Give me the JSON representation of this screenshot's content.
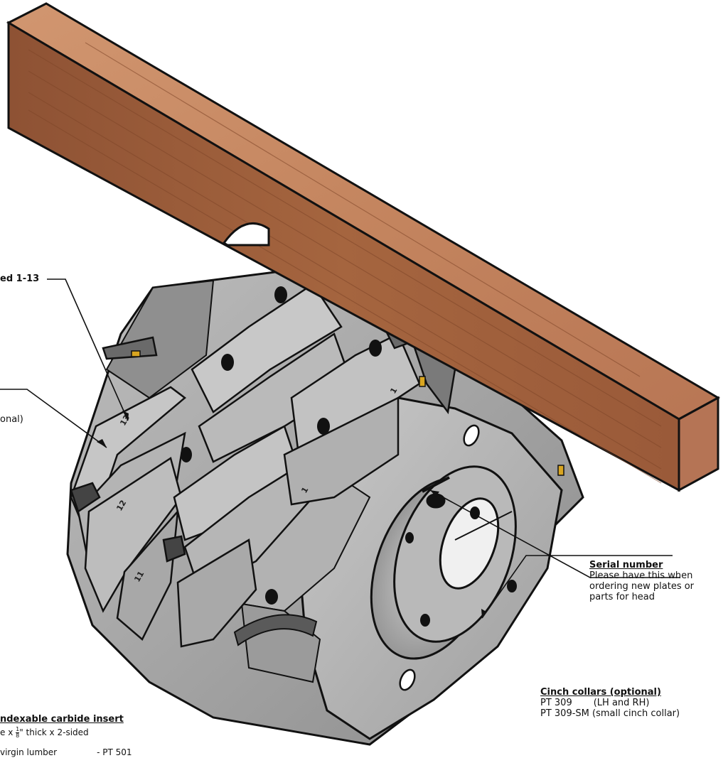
{
  "callouts": {
    "plates": {
      "title": "ed 1-13"
    },
    "optional": {
      "line1": "onal)"
    },
    "serial": {
      "title": "Serial number",
      "line1": "Please have this when",
      "line2": "ordering new plates or",
      "line3": "parts for head"
    },
    "cinch": {
      "title": "Cinch collars (optional)",
      "line1_code": "PT 309",
      "line1_desc": "(LH and RH)",
      "line2": "PT 309-SM (small cinch collar)"
    },
    "insert": {
      "title": "ndexable carbide insert",
      "line1_pre": "e x ",
      "line1_frac_num": "1",
      "line1_frac_den": "8",
      "line1_post": "\" thick x 2-sided",
      "line2_desc": "virgin lumber",
      "line2_code": "- PT 501"
    }
  },
  "colors": {
    "wood_top": "#c98a63",
    "wood_front": "#9b5c3c",
    "wood_end": "#b5775a",
    "metal_light": "#c9c9c9",
    "metal_mid": "#a9a9a9",
    "metal_dark": "#7d7d7d",
    "outline": "#111111",
    "brass": "#d9a520"
  }
}
